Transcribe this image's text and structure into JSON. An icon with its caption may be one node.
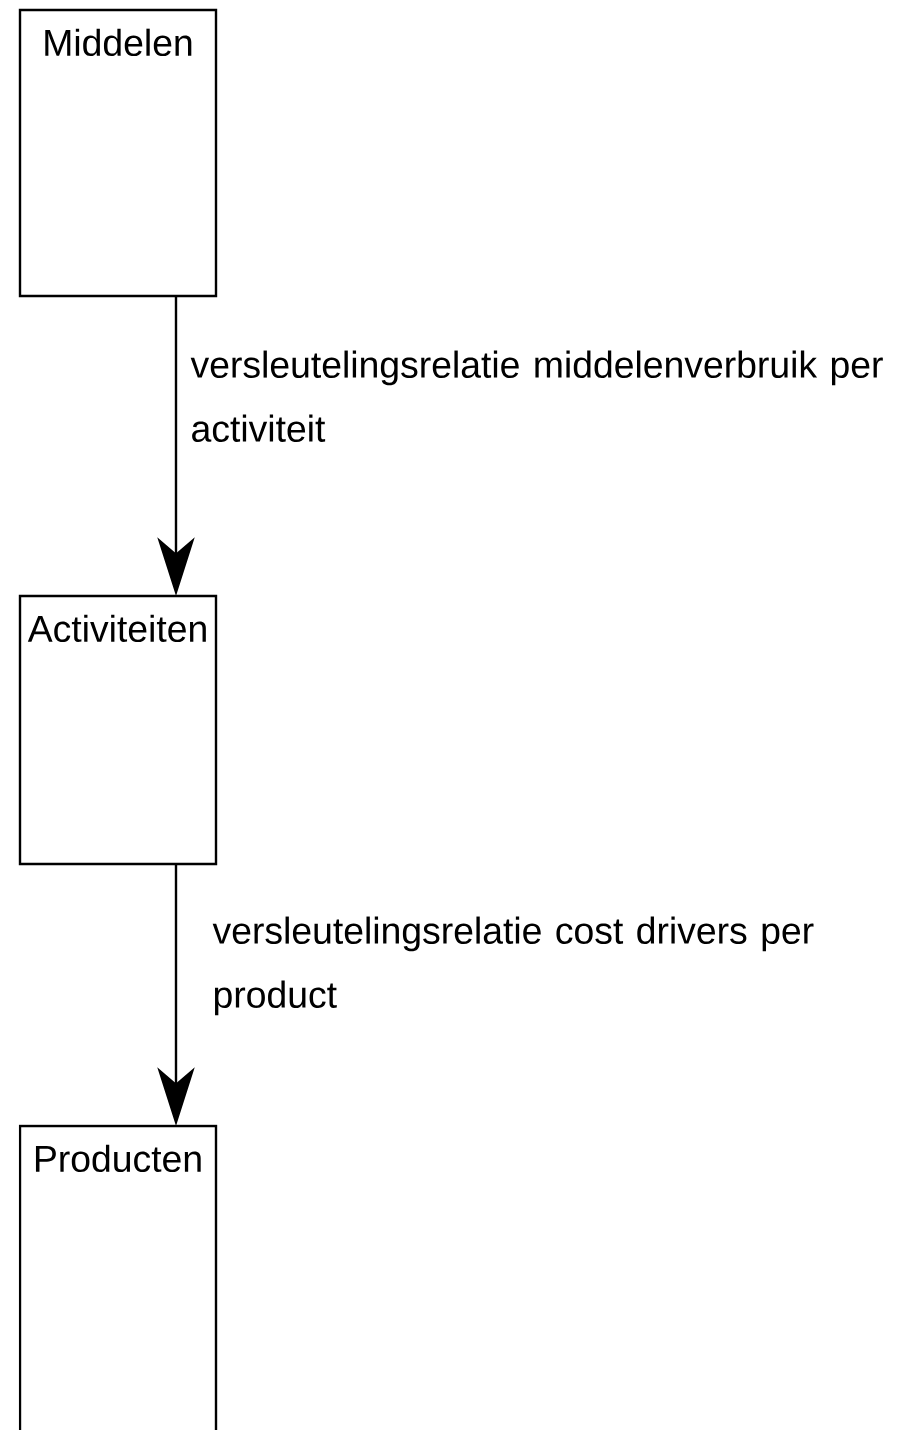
{
  "diagram": {
    "nodes": [
      {
        "text": [
          "Middelen"
        ]
      },
      {
        "text": [
          "Activiteiten"
        ]
      },
      {
        "text": [
          "Producten"
        ]
      }
    ],
    "edges": [
      {
        "from": 0,
        "to": 1,
        "arrow": "to",
        "label": "versleutelingsrelatie middelenverbruik per activiteit"
      },
      {
        "from": 1,
        "to": 2,
        "arrow": "to",
        "label": "versleutelingsrelatie cost drivers per product"
      }
    ]
  }
}
